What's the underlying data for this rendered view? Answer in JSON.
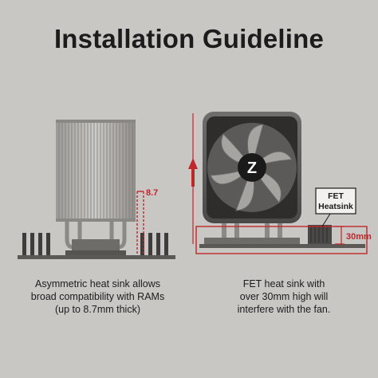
{
  "title": "Installation Guideline",
  "left_panel": {
    "dimension_label": "8.7",
    "caption_lines": [
      "Asymmetric heat sink allows",
      "broad compatibility with RAMs",
      "(up to 8.7mm thick)"
    ]
  },
  "right_panel": {
    "fet_label_line1": "FET",
    "fet_label_line2": "Heatsink",
    "dimension_label": "30mm",
    "caption_lines": [
      "FET heat sink with",
      "over 30mm high will",
      "interfere with the fan."
    ]
  },
  "colors": {
    "background": "#c9c7c4",
    "accent_red": "#c0262b",
    "text": "#1c1c1c"
  }
}
